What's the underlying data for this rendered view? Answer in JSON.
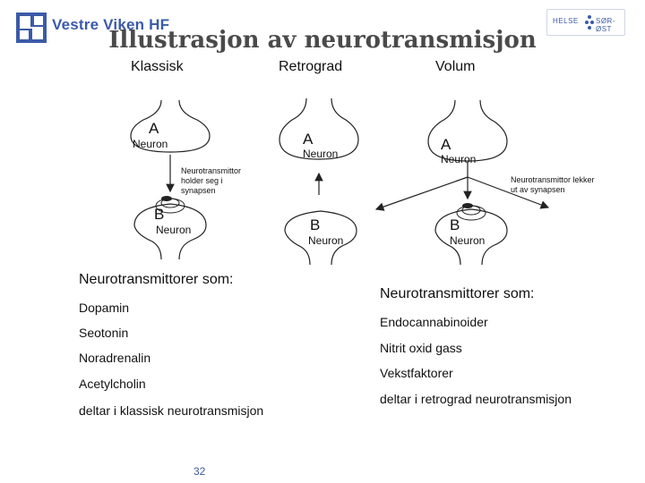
{
  "header": {
    "org_name": "Vestre Viken HF",
    "partner_logo_left": "HELSE",
    "partner_logo_right": "SØR-ØST"
  },
  "title": "Illustrasjon av neurotransmisjon",
  "columns": {
    "classic": "Klassisk",
    "retro": "Retrograd",
    "volume": "Volum"
  },
  "diagram": {
    "classic": {
      "top_letter": "A",
      "top_label": "Neuron",
      "note_line1": "Neurotransmittor",
      "note_line2": "holder seg i",
      "note_line3": "synapsen",
      "bottom_letter": "B",
      "bottom_label": "Neuron"
    },
    "retro": {
      "top_letter": "A",
      "top_label": "Neuron",
      "bottom_letter": "B",
      "bottom_label": "Neuron"
    },
    "volume": {
      "top_letter": "A",
      "top_label": "Neuron",
      "note_line1": "Neurotransmittor lekker",
      "note_line2": "ut av synapsen",
      "bottom_letter": "B",
      "bottom_label": "Neuron"
    }
  },
  "left_list": {
    "heading": "Neurotransmittorer som:",
    "items": [
      "Dopamin",
      "Seotonin",
      "Noradrenalin",
      "Acetylcholin"
    ],
    "footer": "deltar i klassisk neurotransmisjon"
  },
  "right_list": {
    "heading": "Neurotransmittorer som:",
    "items": [
      "Endocannabinoider",
      "Nitrit oxid gass",
      "Vekstfaktorer"
    ],
    "footer": "deltar i retrograd neurotransmisjon"
  },
  "page_number": "32",
  "colors": {
    "brand_blue": "#3b5aa8",
    "title_gray": "#4a4a4a",
    "line": "#222222"
  }
}
